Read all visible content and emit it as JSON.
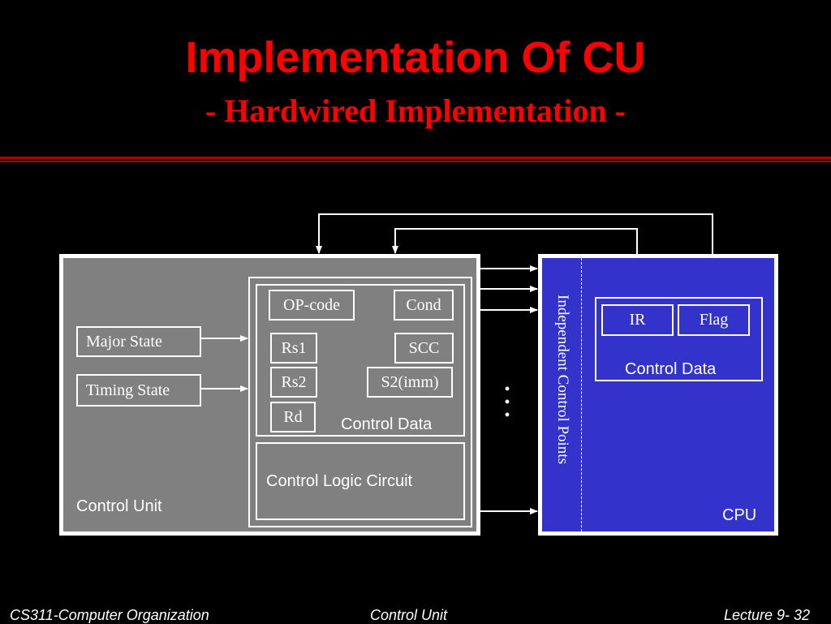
{
  "slide": {
    "title": "Implementation Of CU",
    "subtitle": "- Hardwired Implementation -"
  },
  "control_unit": {
    "label": "Control Unit",
    "major_state": "Major State",
    "timing_state": "Timing State",
    "control_data": {
      "label": "Control Data",
      "fields": [
        "OP-code",
        "Cond",
        "Rs1",
        "SCC",
        "Rs2",
        "S2(imm)",
        "Rd"
      ]
    },
    "logic_circuit": "Control Logic Circuit"
  },
  "cpu": {
    "label": "CPU",
    "control_points": "Independent Control Points",
    "control_data": {
      "label": "Control Data",
      "fields": [
        "IR",
        "Flag"
      ]
    }
  },
  "ellipsis": "•\n•\n•",
  "footer": {
    "left": "CS311-Computer Organization",
    "center": "Control Unit",
    "right": "Lecture 9- 32"
  },
  "colors": {
    "background": "#000000",
    "title": "#ff0000",
    "control_unit_fill": "#808080",
    "cpu_fill": "#3333cc"
  }
}
